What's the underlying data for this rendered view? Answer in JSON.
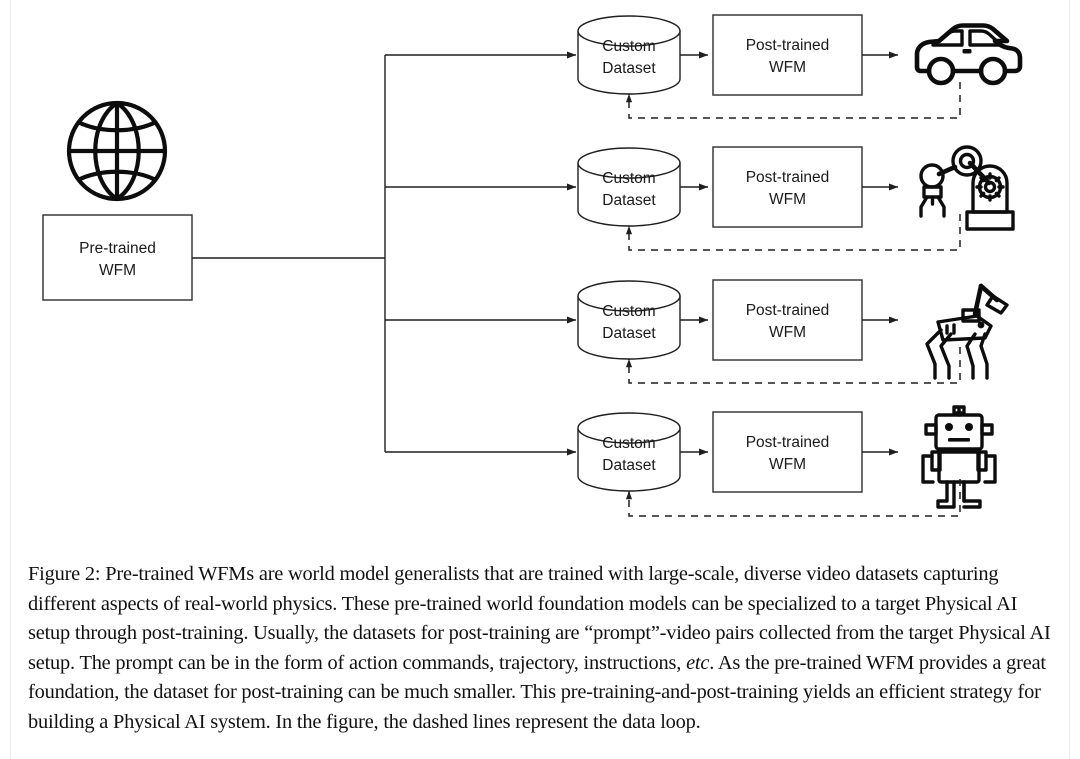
{
  "figure": {
    "source_node": {
      "icon": "globe-icon",
      "label_line1": "Pre-trained",
      "label_line2": "WFM"
    },
    "dataset_label_line1": "Custom",
    "dataset_label_line2": "Dataset",
    "model_label_line1": "Post-trained",
    "model_label_line2": "WFM",
    "rows": [
      {
        "id": "row-autonomous-vehicle",
        "dataset": {
          "line1": "Custom",
          "line2": "Dataset"
        },
        "model": {
          "line1": "Post-trained",
          "line2": "WFM"
        },
        "target_icon": "car-icon",
        "target_name": "autonomous-vehicle"
      },
      {
        "id": "row-industrial-arm",
        "dataset": {
          "line1": "Custom",
          "line2": "Dataset"
        },
        "model": {
          "line1": "Post-trained",
          "line2": "WFM"
        },
        "target_icon": "robot-arm-icon",
        "target_name": "industrial-robot-arm"
      },
      {
        "id": "row-quadruped",
        "dataset": {
          "line1": "Custom",
          "line2": "Dataset"
        },
        "model": {
          "line1": "Post-trained",
          "line2": "WFM"
        },
        "target_icon": "quadruped-robot-icon",
        "target_name": "quadruped-robot"
      },
      {
        "id": "row-humanoid",
        "dataset": {
          "line1": "Custom",
          "line2": "Dataset"
        },
        "model": {
          "line1": "Post-trained",
          "line2": "WFM"
        },
        "target_icon": "humanoid-robot-icon",
        "target_name": "humanoid-robot"
      }
    ],
    "colors": {
      "ink": "#1f1f1f",
      "box_stroke": "#3a3a3a",
      "icon": "#0d0d0d",
      "background": "#ffffff"
    }
  },
  "caption": {
    "label": "Figure 2:",
    "part1": " Pre-trained WFMs are world model generalists that are trained with large-scale, diverse video datasets capturing different aspects of real-world physics. These pre-trained world foundation models can be specialized to a target Physical AI setup through post-training. Usually, the datasets for post-training are “prompt”-video pairs collected from the target Physical AI setup. The prompt can be in the form of action commands, trajectory, instructions, ",
    "italic": "etc",
    "part2": ". As the pre-trained WFM provides a great foundation, the dataset for post-training can be much smaller. This pre-training-and-post-training yields an efficient strategy for building a Physical AI system. In the figure, the dashed lines represent the data loop."
  }
}
